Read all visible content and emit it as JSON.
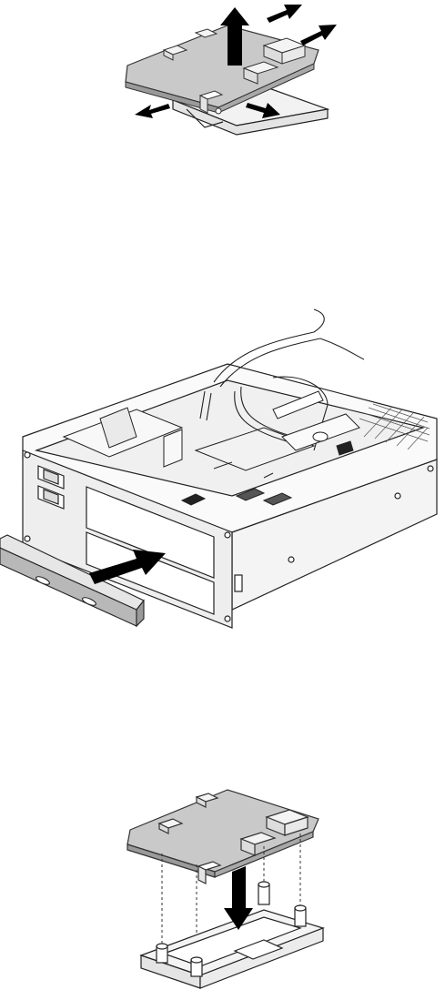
{
  "figures": [
    {
      "id": "remove-card-reader-board",
      "arrows": 5
    },
    {
      "id": "install-bracket-into-bay",
      "arrows": 1
    },
    {
      "id": "install-card-reader-board",
      "arrows": 1
    }
  ],
  "colors": {
    "line": "#222222",
    "board": "#c9c9c9",
    "board_edge": "#8a8a8a",
    "connector": "#f2f2f2",
    "chassis": "#efefef",
    "arrow": "#000000",
    "bezel": "#b8b8b8"
  }
}
